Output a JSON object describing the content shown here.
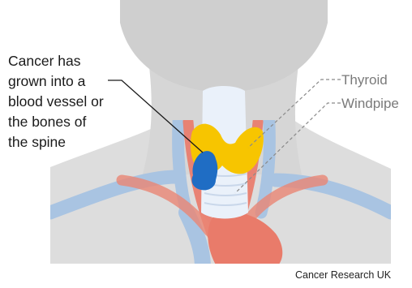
{
  "callout": {
    "lines": [
      "Cancer has",
      "grown into a",
      "blood vessel or",
      "the bones of",
      "the spine"
    ]
  },
  "labels": {
    "thyroid": "Thyroid",
    "windpipe": "Windpipe"
  },
  "credit": "Cancer Research UK",
  "colors": {
    "body": "#dcdcdc",
    "head": "#d0d0d0",
    "thyroid": "#f7c500",
    "cancer": "#1f6dc4",
    "vessel_light": "#a9c4e2",
    "artery": "#e97b6a",
    "windpipe": "#eaf1fa"
  }
}
